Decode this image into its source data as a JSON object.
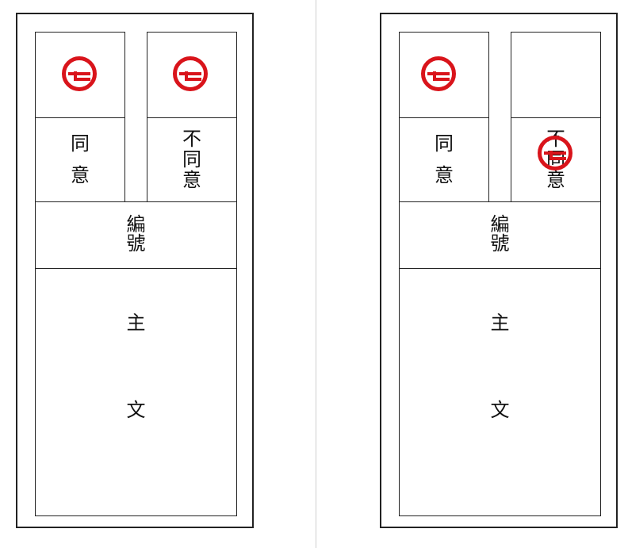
{
  "ballots": [
    {
      "agree_label": [
        "同",
        "意"
      ],
      "disagree_label": [
        "不",
        "同",
        "意"
      ],
      "number_label": [
        "編",
        "號"
      ],
      "main_label": [
        "主",
        "文"
      ]
    },
    {
      "agree_label": [
        "同",
        "意"
      ],
      "disagree_label": [
        "不",
        "同",
        "意"
      ],
      "number_label": [
        "編",
        "號"
      ],
      "main_label": [
        "主",
        "文"
      ]
    }
  ],
  "stamp_color": "#d9141b",
  "icons": {
    "stamp": "vote-stamp-icon"
  }
}
